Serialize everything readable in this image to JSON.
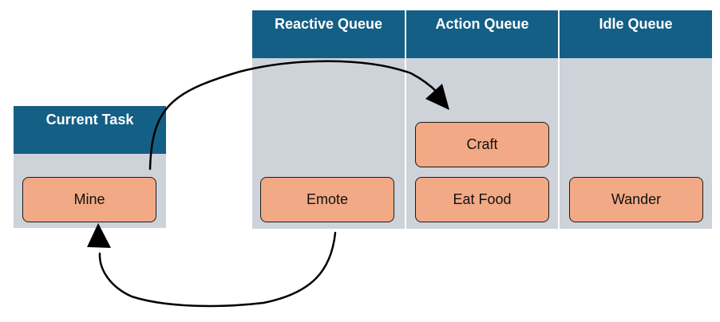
{
  "current_task": {
    "header": "Current Task",
    "tasks": [
      "Mine"
    ]
  },
  "reactive_queue": {
    "header": "Reactive Queue",
    "tasks": [
      "Emote"
    ]
  },
  "action_queue": {
    "header": "Action Queue",
    "tasks": [
      "Craft",
      "Eat Food"
    ]
  },
  "idle_queue": {
    "header": "Idle Queue",
    "tasks": [
      "Wander"
    ]
  },
  "colors": {
    "header": "#145f86",
    "panel": "#ced3da",
    "task": "#f2a985",
    "arrow": "#000000"
  }
}
